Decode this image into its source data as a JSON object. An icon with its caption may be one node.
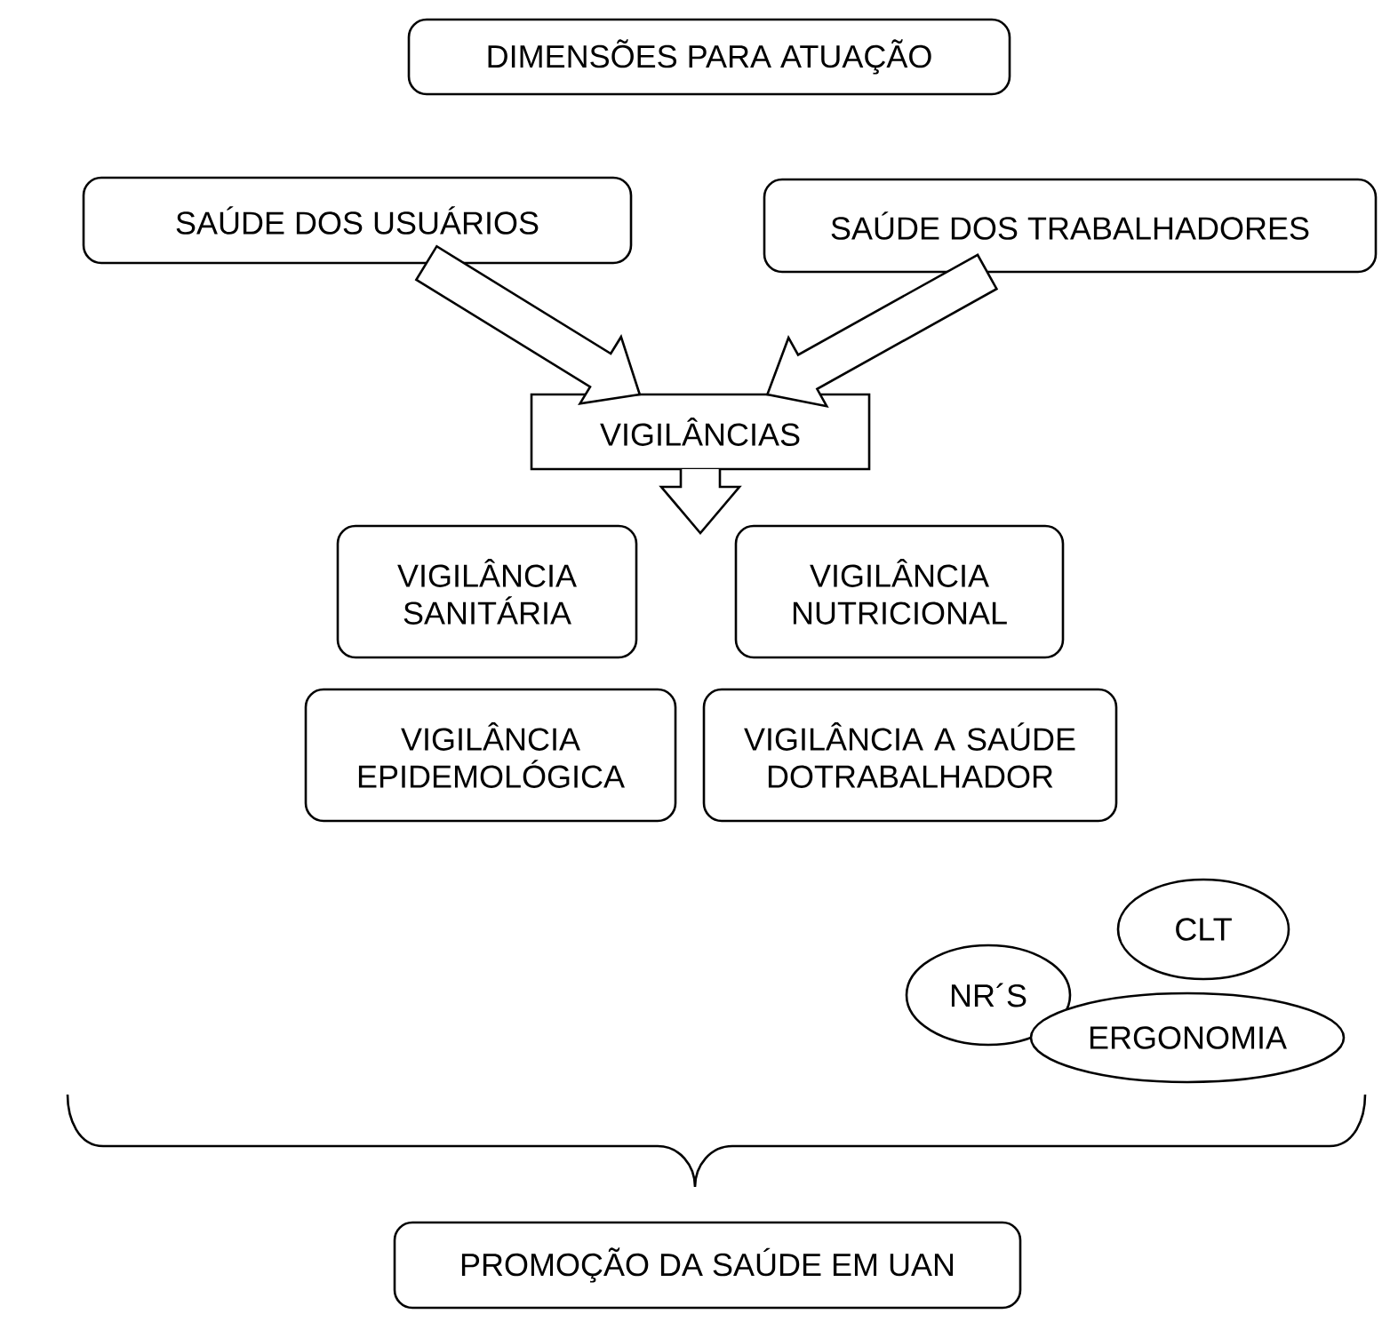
{
  "diagram": {
    "nodes": [
      {
        "text": [
          "DIMENSÕES PARA ATUAÇÃO"
        ]
      },
      {
        "text": [
          "SAÚDE DOS USUÁRIOS"
        ]
      },
      {
        "text": [
          "SAÚDE DOS TRABALHADORES"
        ]
      },
      {
        "text": [
          "VIGILÂNCIAS"
        ]
      },
      {
        "text": [
          "VIGILÂNCIA SANITÁRIA"
        ]
      },
      {
        "text": [
          "VIGILÂNCIA NUTRICIONAL"
        ]
      },
      {
        "text": [
          "VIGILÂNCIA EPIDEMOLÓGICA"
        ]
      },
      {
        "text": [
          "VIGILÂNCIA A SAÚDE DOTRABALHADOR"
        ]
      },
      {
        "text": [
          "NR´S"
        ]
      },
      {
        "text": [
          "CLT"
        ]
      },
      {
        "text": [
          "ERGONOMIA"
        ]
      },
      {
        "text": [
          "PROMOÇÃO DA SAÚDE EM UAN"
        ]
      }
    ],
    "edges": [
      {
        "from": 1,
        "to": 3,
        "arrow": "to"
      },
      {
        "from": 2,
        "to": 3,
        "arrow": "to"
      },
      {
        "from": 3,
        "to": null,
        "arrow": "to"
      }
    ]
  }
}
